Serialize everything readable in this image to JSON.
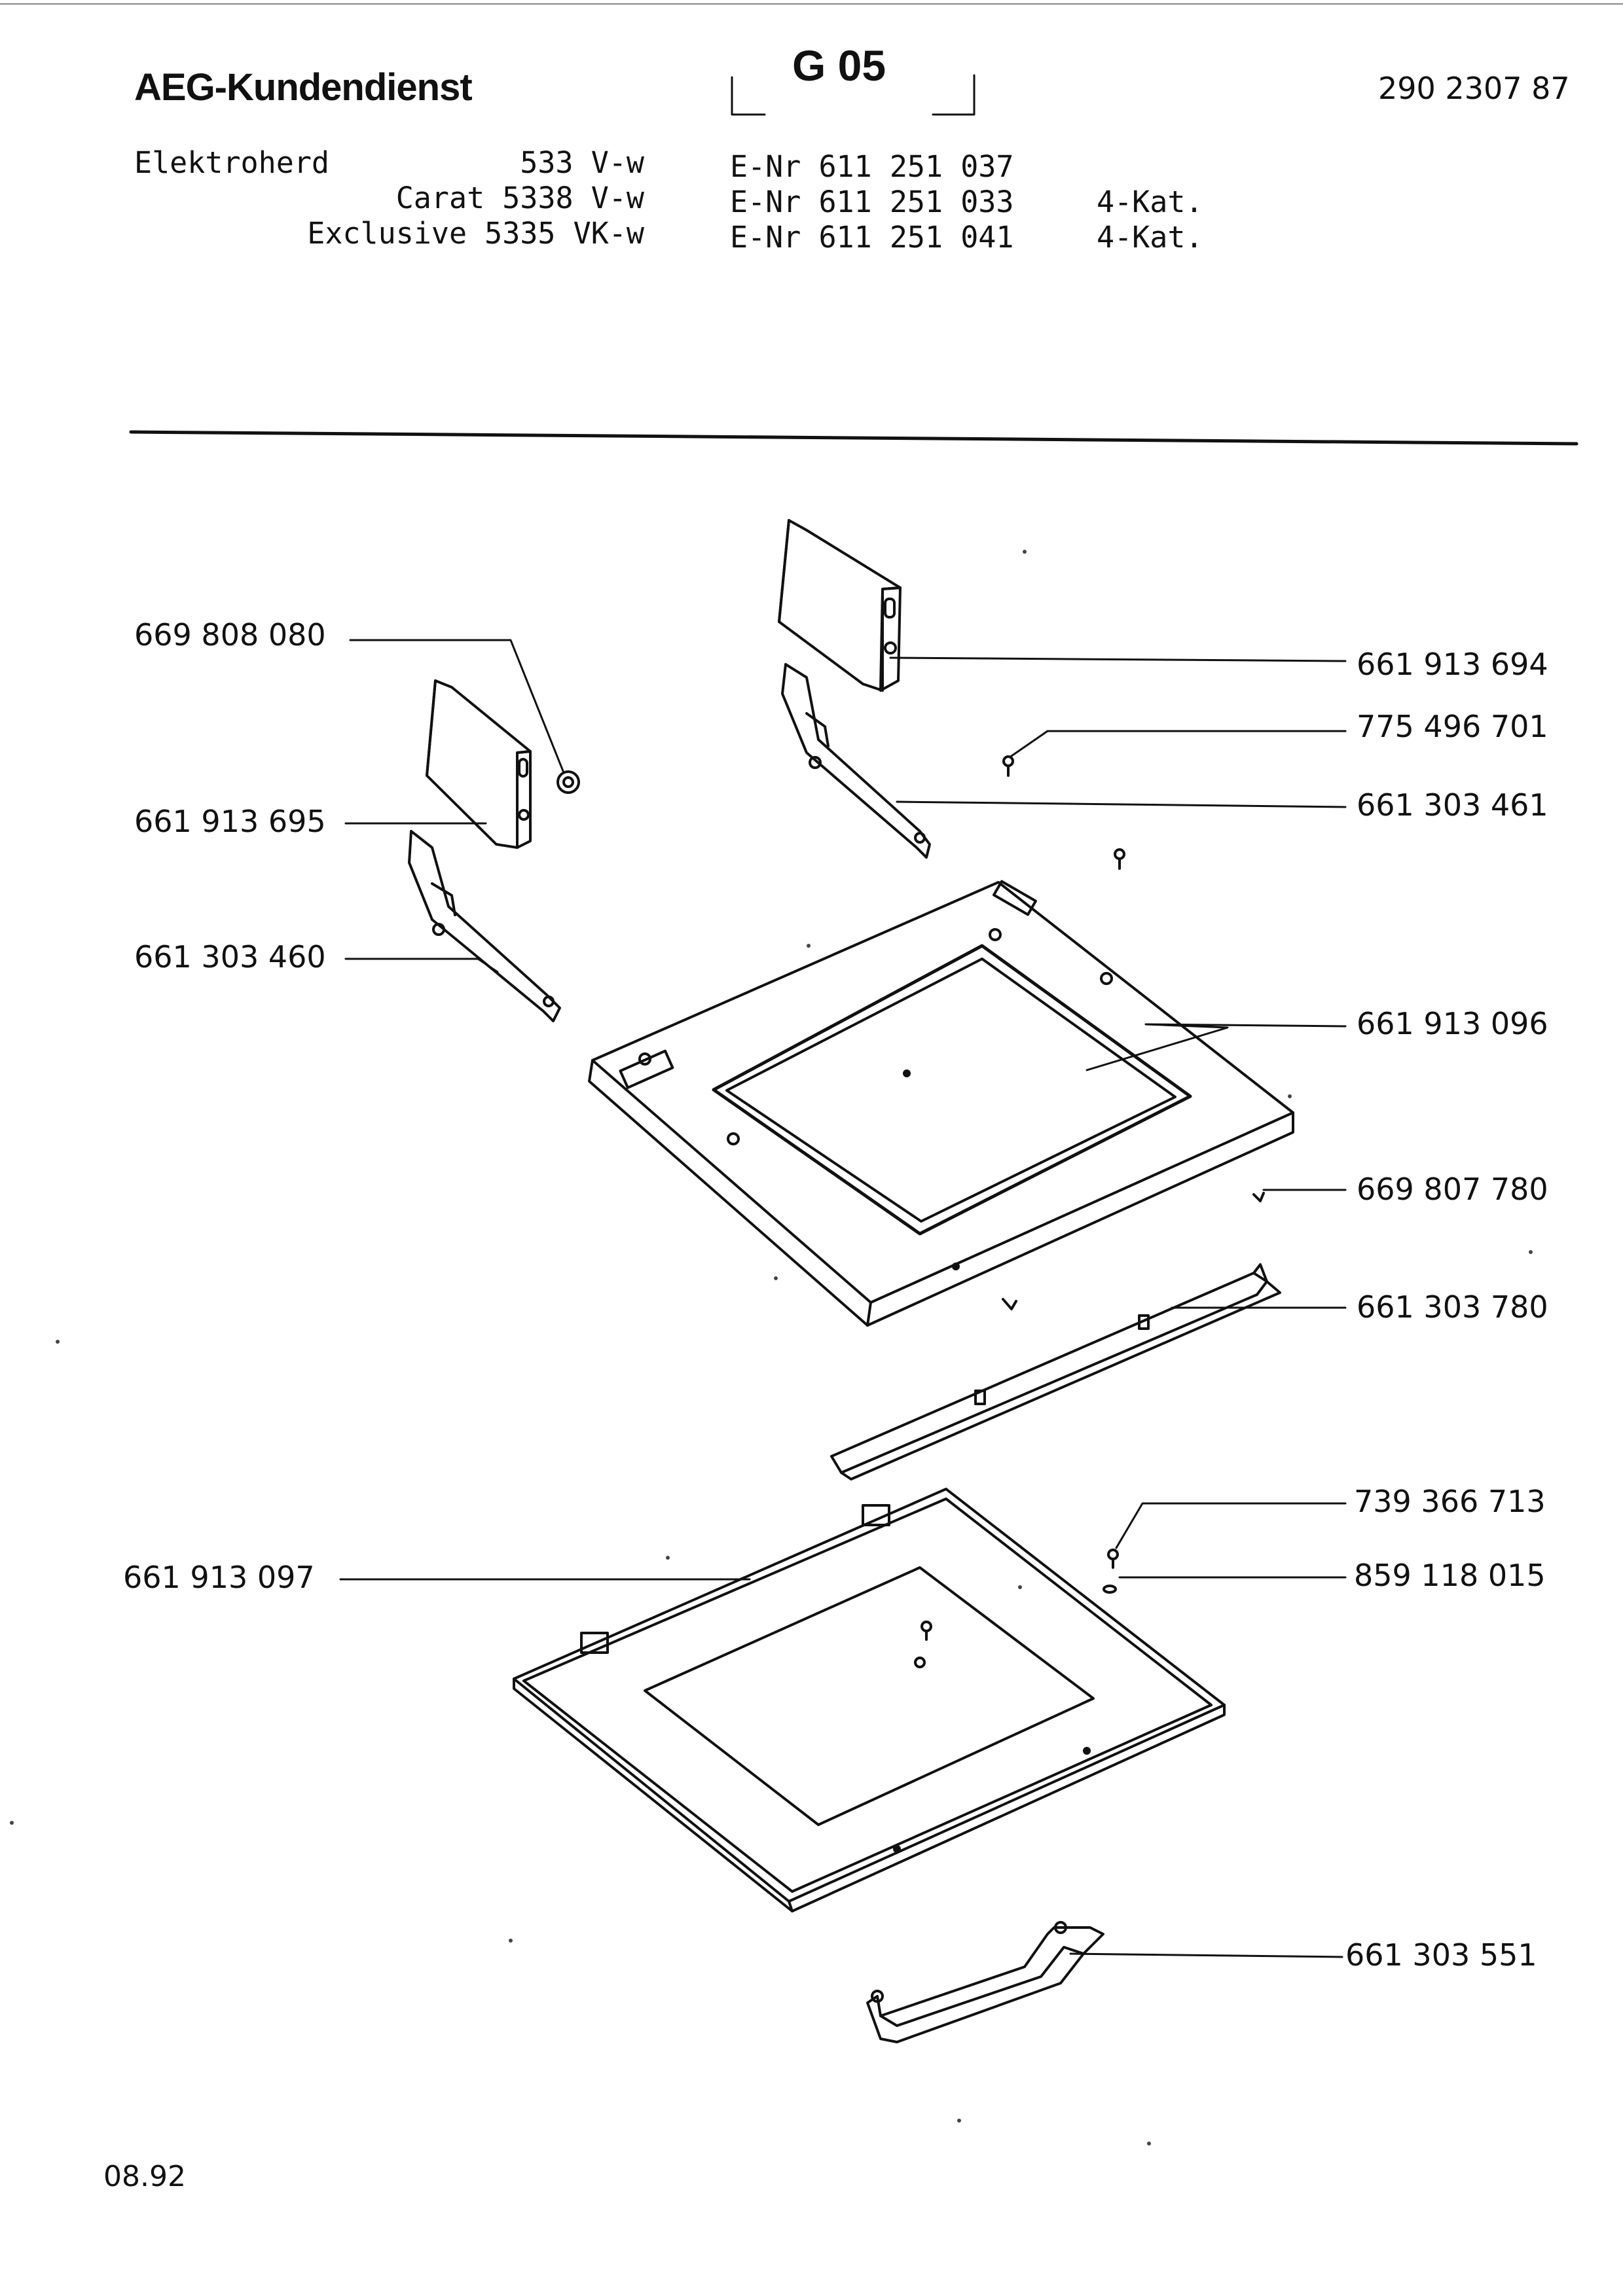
{
  "header": {
    "brand": "AEG-Kundendienst",
    "section_code": "G 05",
    "doc_number": "290 2307 87"
  },
  "appliance": {
    "type": "Elektroherd",
    "models": [
      {
        "name": "533 V-w",
        "enr": "E-Nr 611 251 037",
        "note": ""
      },
      {
        "name": "Carat 5338 V-w",
        "enr": "E-Nr 611 251 033",
        "note": "4-Kat."
      },
      {
        "name": "Exclusive 5335 VK-w",
        "enr": "E-Nr 611 251 041",
        "note": "4-Kat."
      }
    ]
  },
  "parts": {
    "p669808080": "669 808 080",
    "p661913695": "661 913 695",
    "p661303460": "661 303 460",
    "p661913097": "661 913 097",
    "p661913694": "661 913 694",
    "p775496701": "775 496 701",
    "p661303461": "661 303 461",
    "p661913096": "661 913 096",
    "p669807780": "669 807 780",
    "p661303780": "661 303 780",
    "p739366713": "739 366 713",
    "p859118015": "859 118 015",
    "p661303551": "661 303 551"
  },
  "footer": {
    "date_code": "08.92"
  }
}
